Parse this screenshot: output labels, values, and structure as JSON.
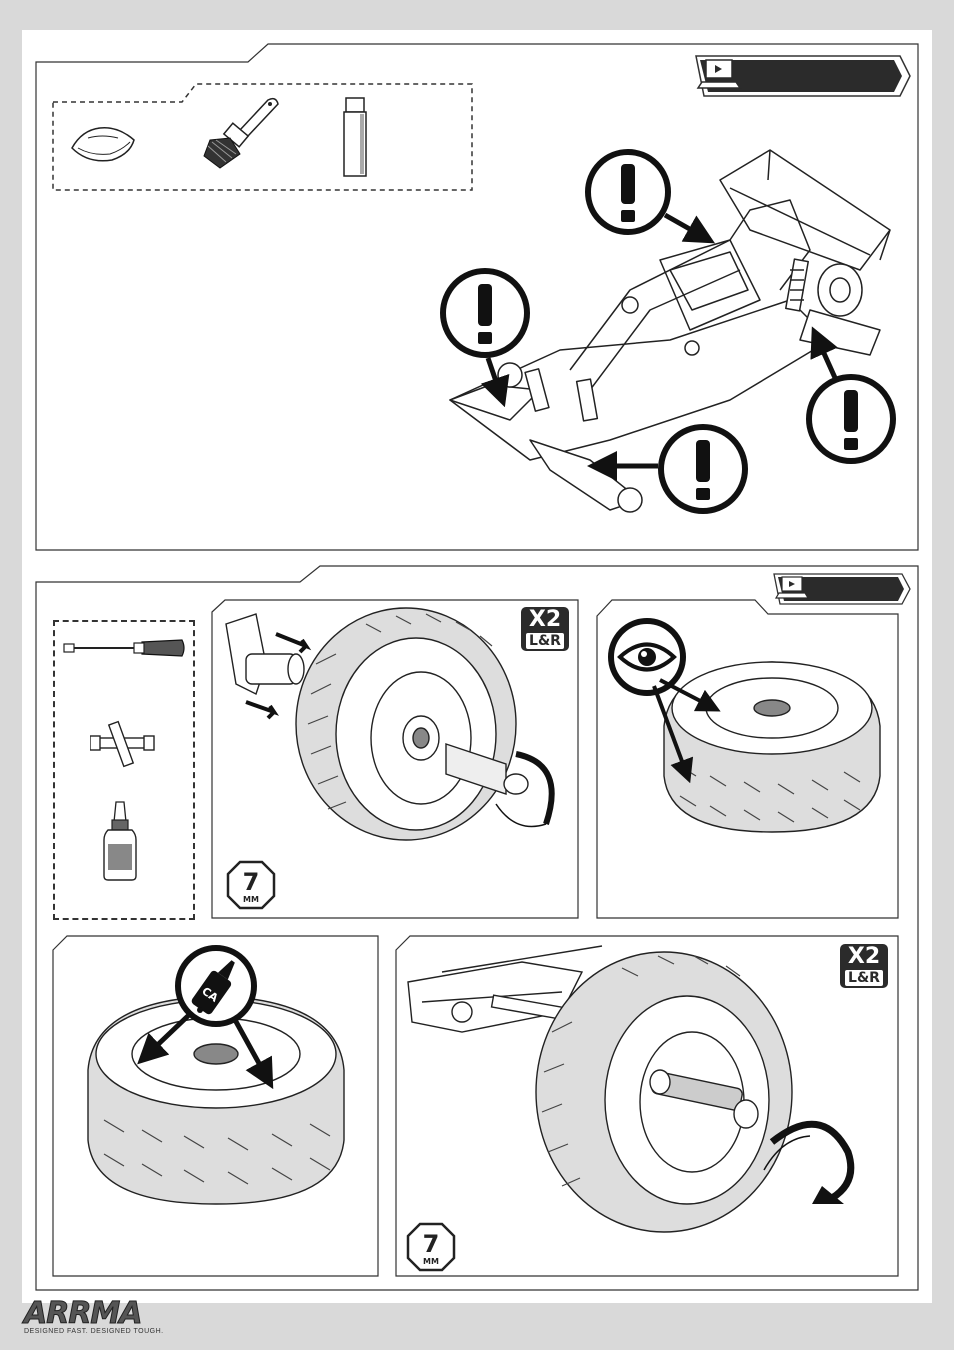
{
  "page": {
    "background": "#d9d9d9",
    "sheet_color": "#ffffff",
    "accent": "#2b2b2b"
  },
  "top_section": {
    "video_icon": "laptop-play-icon",
    "video_label": "",
    "tools": [
      {
        "icon": "cloth-rag-icon"
      },
      {
        "icon": "brush-icon"
      },
      {
        "icon": "cleaner-bottle-icon"
      }
    ],
    "warning_icon": "exclamation-circle-icon"
  },
  "bottom_section": {
    "video_icon": "laptop-play-icon",
    "video_label": "",
    "tools": [
      {
        "icon": "screwdriver-icon"
      },
      {
        "icon": "cross-wrench-icon"
      },
      {
        "icon": "threadlock-bottle-icon"
      }
    ],
    "step1": {
      "badge_big": "X2",
      "badge_small": "L&R",
      "wrench_size": "7",
      "wrench_unit": "MM"
    },
    "step2": {
      "inspect_icon": "eye-icon"
    },
    "step3": {
      "glue_label": "CA",
      "glue_icon": "ca-glue-bottle-icon"
    },
    "step4": {
      "badge_big": "X2",
      "badge_small": "L&R",
      "wrench_size": "7",
      "wrench_unit": "MM"
    }
  },
  "footer": {
    "brand": "ARRMA",
    "tagline": "DESIGNED FAST. DESIGNED TOUGH."
  }
}
